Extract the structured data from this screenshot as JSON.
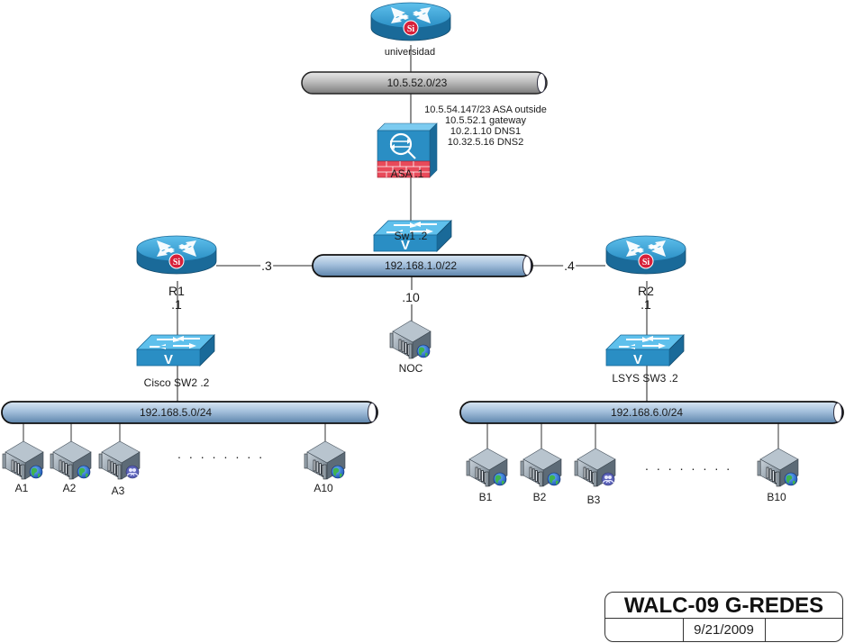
{
  "diagram": {
    "title": "WALC-09 G-REDES",
    "date": "9/21/2009",
    "colors": {
      "device_blue": "#2a8ec4",
      "device_blue_dark": "#1a6a99",
      "router_badge": "#d8203a",
      "firewall_red": "#e84a5a",
      "wan_pipe": "#b5b5b5",
      "lan_pipe": "#a8c3dd",
      "line": "#555555"
    },
    "nodes": {
      "universidad": {
        "label": "universidad",
        "type": "router"
      },
      "asa": {
        "label": "ASA .1",
        "type": "firewall"
      },
      "sw1": {
        "label": "Sw1  .2",
        "type": "switch"
      },
      "r1": {
        "label": "R1",
        "iface_down": ".1",
        "iface_right": ".3",
        "type": "router"
      },
      "r2": {
        "label": "R2",
        "iface_down": ".1",
        "iface_left": ".4",
        "type": "router"
      },
      "noc": {
        "label": "NOC",
        "iface": ".10",
        "type": "server"
      },
      "sw2": {
        "label": "Cisco SW2  .2",
        "type": "switch"
      },
      "sw3": {
        "label": "LSYS SW3 .2",
        "type": "switch"
      }
    },
    "asa_annotation": [
      "10.5.54.147/23 ASA outside",
      "10.5.52.1 gateway",
      "10.2.1.10 DNS1",
      "10.32.5.16 DNS2"
    ],
    "networks": {
      "wan": "10.5.52.0/23",
      "core": "192.168.1.0/22",
      "lan_a": "192.168.5.0/24",
      "lan_b": "192.168.6.0/24"
    },
    "hosts_a": [
      {
        "label": "A1",
        "badge": "globe"
      },
      {
        "label": "A2",
        "badge": "globe"
      },
      {
        "label": "A3",
        "badge": "user"
      },
      {
        "label": "A10",
        "badge": "globe"
      }
    ],
    "hosts_b": [
      {
        "label": "B1",
        "badge": "globe"
      },
      {
        "label": "B2",
        "badge": "globe"
      },
      {
        "label": "B3",
        "badge": "user"
      },
      {
        "label": "B10",
        "badge": "globe"
      }
    ],
    "ellipsis": "........"
  }
}
